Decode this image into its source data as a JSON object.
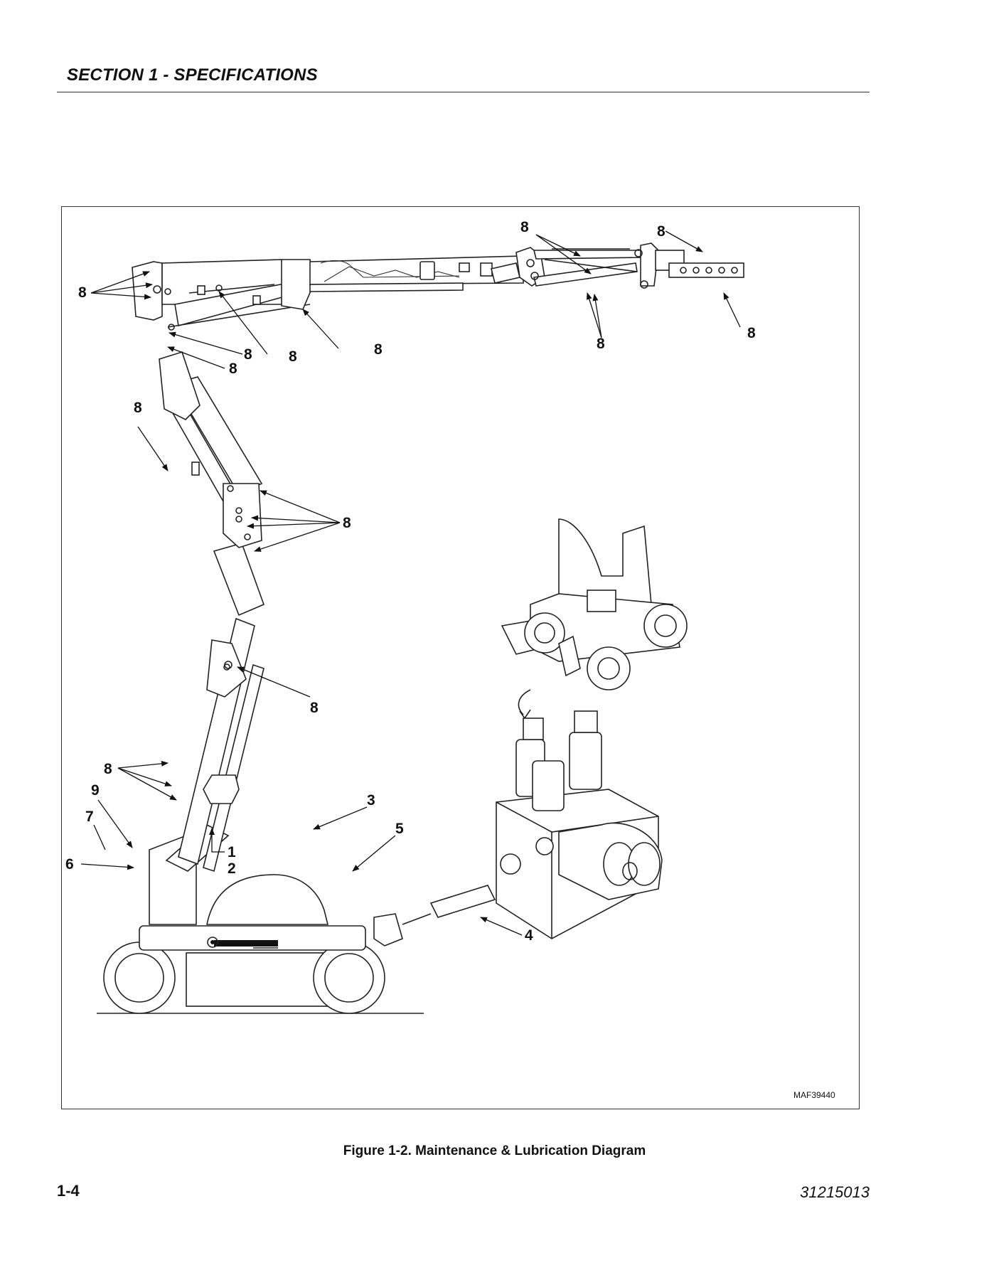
{
  "header": {
    "section_title": "SECTION 1 - SPECIFICATIONS"
  },
  "figure": {
    "caption": "Figure 1-2.  Maintenance & Lubrication Diagram",
    "drawing_code": "MAF39440",
    "callouts": {
      "c1": "1",
      "c2": "2",
      "c3": "3",
      "c4": "4",
      "c5": "5",
      "c6": "6",
      "c7": "7",
      "c8": "8",
      "c9": "9"
    }
  },
  "footer": {
    "page_number": "1-4",
    "doc_number": "31215013"
  },
  "colors": {
    "ink": "#111111",
    "rule": "#333333",
    "background": "#ffffff"
  }
}
